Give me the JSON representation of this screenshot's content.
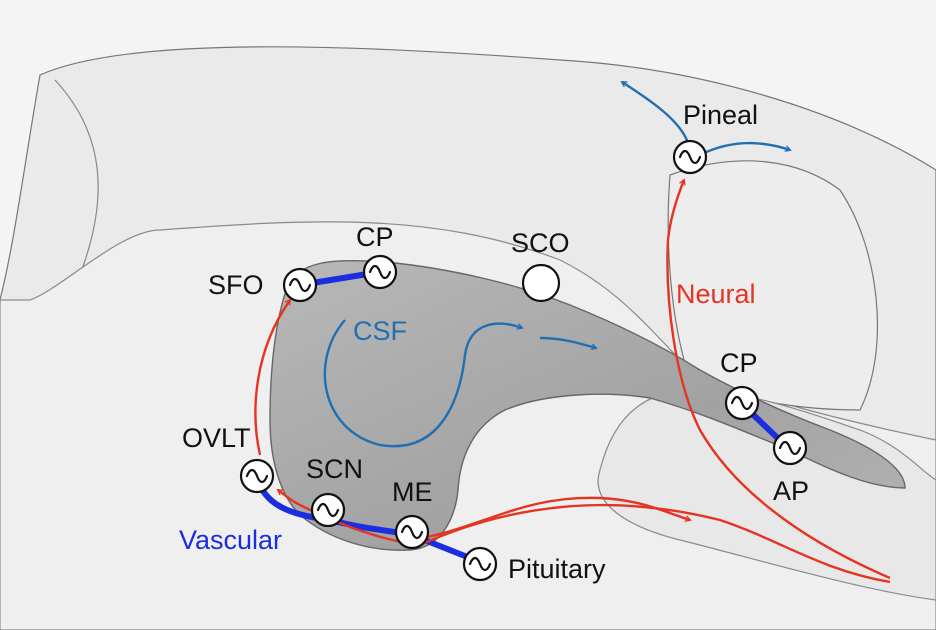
{
  "nodes": {
    "pineal": "Pineal",
    "sfo": "SFO",
    "cp_upper": "CP",
    "sco": "SCO",
    "ovlt": "OVLT",
    "scn": "SCN",
    "me": "ME",
    "pituitary": "Pituitary",
    "cp_lower": "CP",
    "ap": "AP"
  },
  "pathways": {
    "csf": "CSF",
    "neural": "Neural",
    "vascular": "Vascular"
  },
  "colors": {
    "csf": "#1f6fb2",
    "neural": "#e53421",
    "vascular": "#1a2ee0",
    "ventricle": "#a9a9a9",
    "brain": "#ececec"
  },
  "icons": {
    "oscillator": "sine-wave-icon"
  }
}
